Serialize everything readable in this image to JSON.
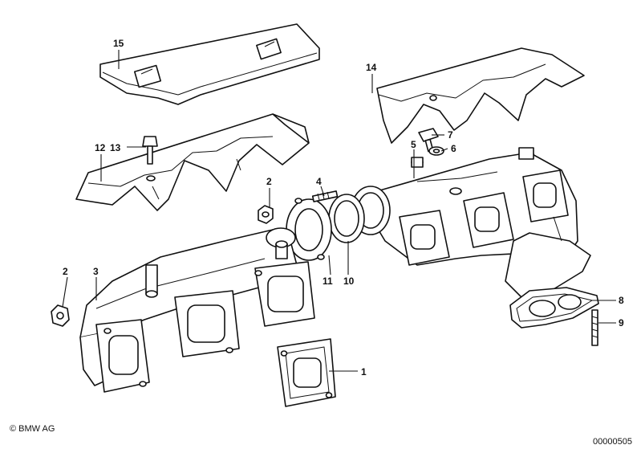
{
  "labels": {
    "p1": "1",
    "p2a": "2",
    "p2b": "2",
    "p3": "3",
    "p4": "4",
    "p5": "5",
    "p6": "6",
    "p7": "7",
    "p8": "8",
    "p9": "9",
    "p10": "10",
    "p11": "11",
    "p12": "12",
    "p13": "13",
    "p14": "14",
    "p15": "15"
  },
  "footer": {
    "copyright": "© BMW AG",
    "doc_number": "00000505"
  }
}
